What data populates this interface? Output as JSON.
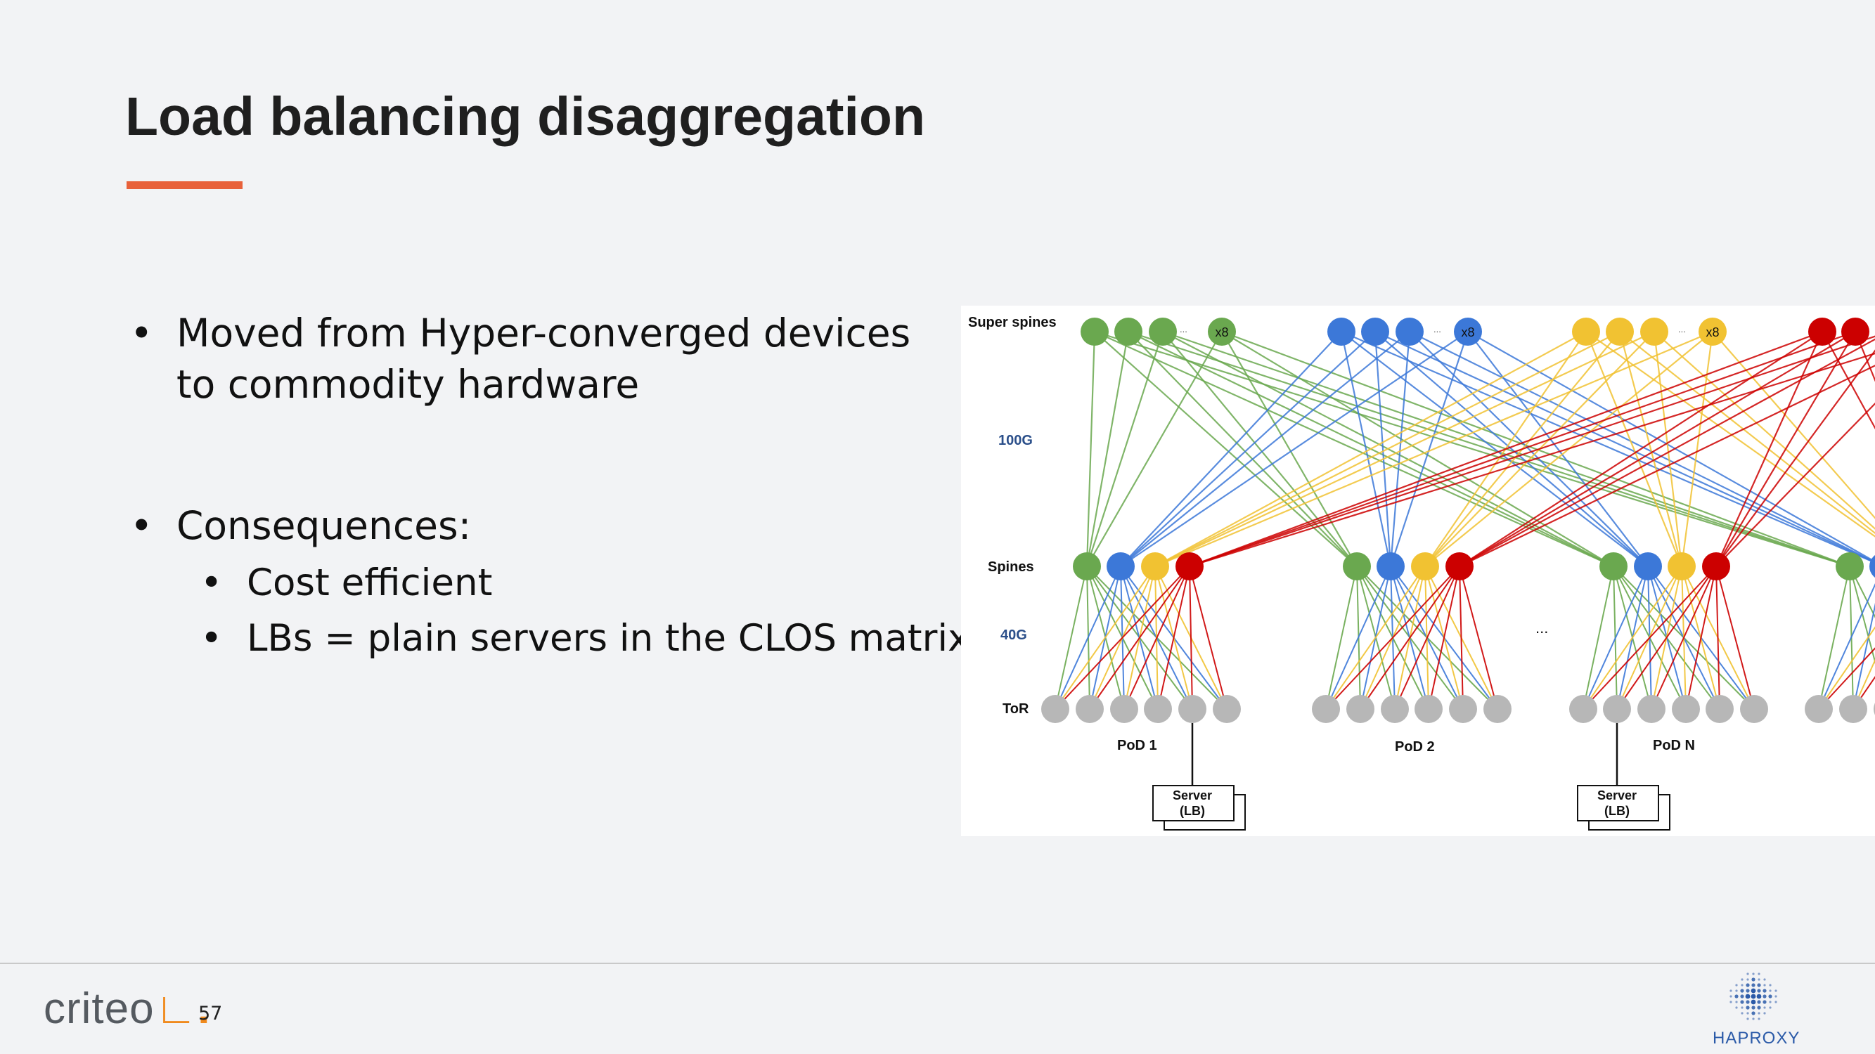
{
  "slide": {
    "title": "Load balancing disaggregation",
    "page_number": "57"
  },
  "bullets": {
    "item1_line1": "Moved from Hyper-converged devices",
    "item1_line2": "to commodity hardware",
    "item2": "Consequences:",
    "sub1": "Cost efficient",
    "sub2": "LBs = plain servers in the CLOS matrix!",
    "bullet_glyph": "•"
  },
  "diagram": {
    "labels": {
      "super_spines": "Super spines",
      "speed_top": "100G",
      "spines": "Spines",
      "speed_bottom": "40G",
      "tor": "ToR",
      "pod1": "PoD 1",
      "pod2": "PoD 2",
      "podn": "PoD N",
      "ellipsis": "...",
      "multiplier": "x8",
      "server_line1": "Server",
      "server_line2": "(LB)"
    },
    "plane_colors": [
      "#6aa84f",
      "#3c78d8",
      "#f1c232",
      "#cc0000"
    ],
    "tor_color": "#b7b7b7"
  },
  "footer": {
    "brand_left": "criteo",
    "brand_right": "HAPROXY",
    "brand_right_color": "#2b5aa8"
  }
}
